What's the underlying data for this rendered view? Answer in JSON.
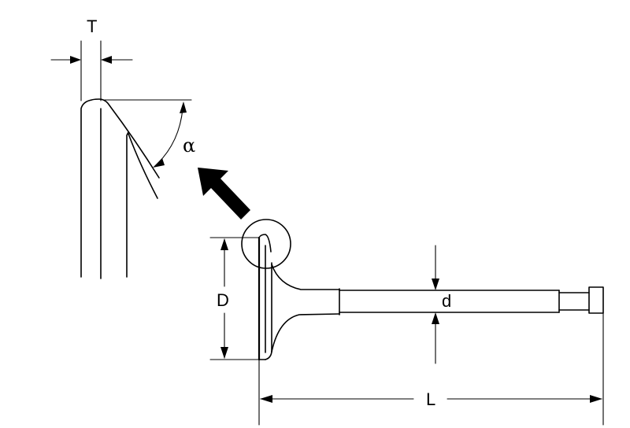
{
  "diagram": {
    "labels": {
      "T": "T",
      "alpha": "α",
      "D": "D",
      "d": "d",
      "L": "L"
    }
  }
}
